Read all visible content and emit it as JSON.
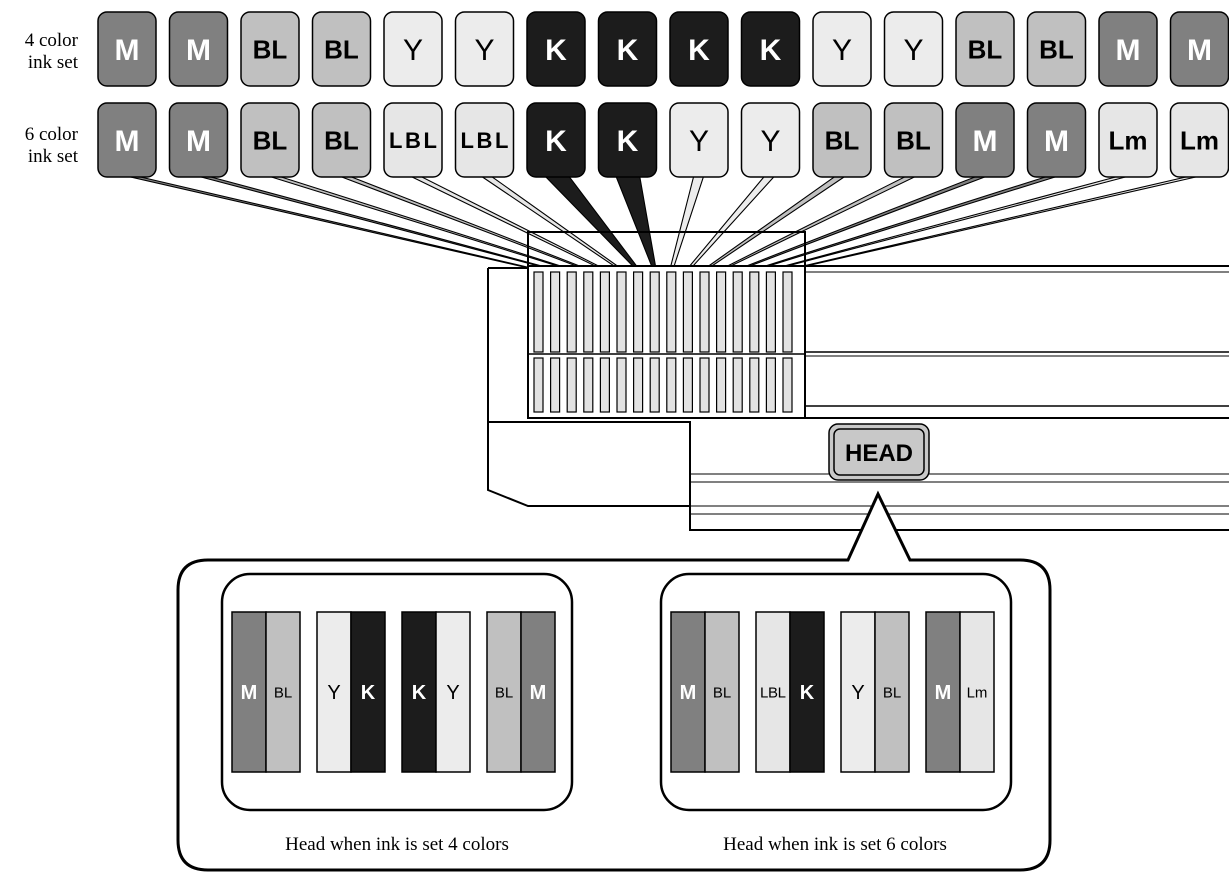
{
  "row_labels": {
    "four_color": [
      "4 color",
      "ink set"
    ],
    "six_color": [
      "6 color",
      "ink set"
    ]
  },
  "ink_rows": {
    "four_color": [
      {
        "text": "M",
        "ink": "M"
      },
      {
        "text": "M",
        "ink": "M"
      },
      {
        "text": "BL",
        "ink": "BL"
      },
      {
        "text": "BL",
        "ink": "BL"
      },
      {
        "text": "Y",
        "ink": "Y"
      },
      {
        "text": "Y",
        "ink": "Y"
      },
      {
        "text": "K",
        "ink": "K"
      },
      {
        "text": "K",
        "ink": "K"
      },
      {
        "text": "K",
        "ink": "K"
      },
      {
        "text": "K",
        "ink": "K"
      },
      {
        "text": "Y",
        "ink": "Y"
      },
      {
        "text": "Y",
        "ink": "Y"
      },
      {
        "text": "BL",
        "ink": "BL"
      },
      {
        "text": "BL",
        "ink": "BL"
      },
      {
        "text": "M",
        "ink": "M"
      },
      {
        "text": "M",
        "ink": "M"
      }
    ],
    "six_color": [
      {
        "text": "M",
        "ink": "M"
      },
      {
        "text": "M",
        "ink": "M"
      },
      {
        "text": "BL",
        "ink": "BL"
      },
      {
        "text": "BL",
        "ink": "BL"
      },
      {
        "text": "LBL",
        "ink": "LBL"
      },
      {
        "text": "LBL",
        "ink": "LBL"
      },
      {
        "text": "K",
        "ink": "K"
      },
      {
        "text": "K",
        "ink": "K"
      },
      {
        "text": "Y",
        "ink": "Y"
      },
      {
        "text": "Y",
        "ink": "Y"
      },
      {
        "text": "BL",
        "ink": "BL"
      },
      {
        "text": "BL",
        "ink": "BL"
      },
      {
        "text": "M",
        "ink": "M"
      },
      {
        "text": "M",
        "ink": "M"
      },
      {
        "text": "Lm",
        "ink": "Lm"
      },
      {
        "text": "Lm",
        "ink": "Lm"
      }
    ]
  },
  "ink_colors": {
    "M": {
      "fill": "#808080",
      "text": "#ffffff"
    },
    "BL": {
      "fill": "#c0c0c0",
      "text": "#000000"
    },
    "Y": {
      "fill": "#ececec",
      "text": "#000000"
    },
    "K": {
      "fill": "#1c1c1c",
      "text": "#ffffff"
    },
    "LBL": {
      "fill": "#e6e6e6",
      "text": "#000000"
    },
    "Lm": {
      "fill": "#e6e6e6",
      "text": "#000000"
    }
  },
  "head_badge": "HEAD",
  "head_panels": [
    {
      "caption": "Head when ink is set 4 colors",
      "groups": [
        [
          {
            "text": "M",
            "ink": "M"
          },
          {
            "text": "BL",
            "ink": "BL"
          }
        ],
        [
          {
            "text": "Y",
            "ink": "Y"
          },
          {
            "text": "K",
            "ink": "K"
          }
        ],
        [
          {
            "text": "K",
            "ink": "K"
          },
          {
            "text": "Y",
            "ink": "Y"
          }
        ],
        [
          {
            "text": "BL",
            "ink": "BL"
          },
          {
            "text": "M",
            "ink": "M"
          }
        ]
      ]
    },
    {
      "caption": "Head when ink is set 6 colors",
      "groups": [
        [
          {
            "text": "M",
            "ink": "M"
          },
          {
            "text": "BL",
            "ink": "BL"
          }
        ],
        [
          {
            "text": "LBL",
            "ink": "LBL"
          },
          {
            "text": "K",
            "ink": "K"
          }
        ],
        [
          {
            "text": "Y",
            "ink": "Y"
          },
          {
            "text": "BL",
            "ink": "BL"
          }
        ],
        [
          {
            "text": "M",
            "ink": "M"
          },
          {
            "text": "Lm",
            "ink": "Lm"
          }
        ]
      ]
    }
  ]
}
